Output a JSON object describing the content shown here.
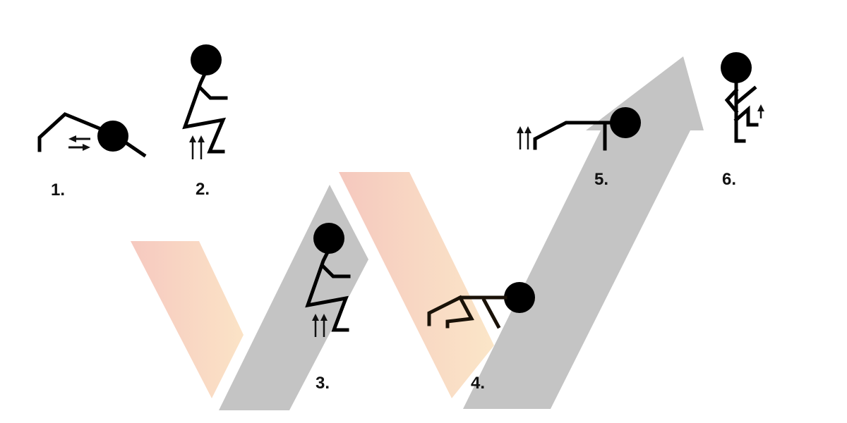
{
  "steps": [
    {
      "number": "1.",
      "pose": "lying-prone-reaching"
    },
    {
      "number": "2.",
      "pose": "squat-push-up"
    },
    {
      "number": "3.",
      "pose": "squat-push-up"
    },
    {
      "number": "4.",
      "pose": "crouch-forward"
    },
    {
      "number": "5.",
      "pose": "plank-push-up"
    },
    {
      "number": "6.",
      "pose": "standing-step-up"
    }
  ],
  "colors": {
    "figure": "#000000",
    "arrow_gray": "#c4c4c4",
    "band_pink": "#f6c9c0",
    "band_peach": "#fbe3c6",
    "label": "#111111"
  }
}
